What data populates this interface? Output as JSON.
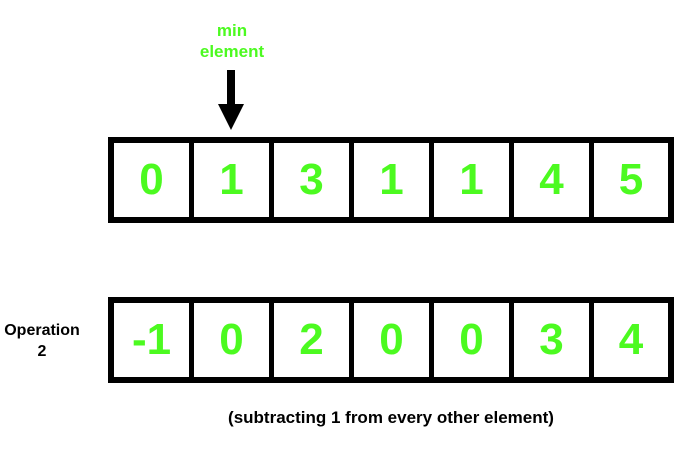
{
  "colors": {
    "accent_green": "#4cfa20",
    "outline": "#000000",
    "background": "#ffffff"
  },
  "pointer": {
    "label_line1": "min",
    "label_line2": "element",
    "icon": "down-arrow-icon",
    "points_to_index": 1
  },
  "top_array": {
    "values": [
      "0",
      "1",
      "3",
      "1",
      "1",
      "4",
      "5"
    ]
  },
  "bottom_array": {
    "values": [
      "-1",
      "0",
      "2",
      "0",
      "0",
      "3",
      "4"
    ]
  },
  "operation": {
    "label_line1": "Operation",
    "label_line2": "2"
  },
  "caption": "(subtracting 1 from every other element)"
}
